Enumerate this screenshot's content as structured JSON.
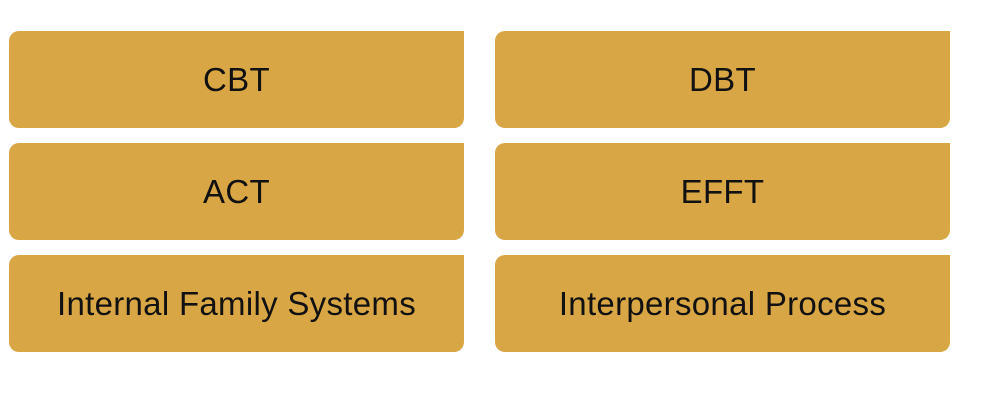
{
  "colors": {
    "box_fill": "#D9A645",
    "text": "#111111",
    "background": "#FFFFFF"
  },
  "boxes": [
    {
      "label": "CBT"
    },
    {
      "label": "DBT"
    },
    {
      "label": "ACT"
    },
    {
      "label": "EFFT"
    },
    {
      "label": "Internal Family Systems"
    },
    {
      "label": "Interpersonal Process"
    }
  ]
}
